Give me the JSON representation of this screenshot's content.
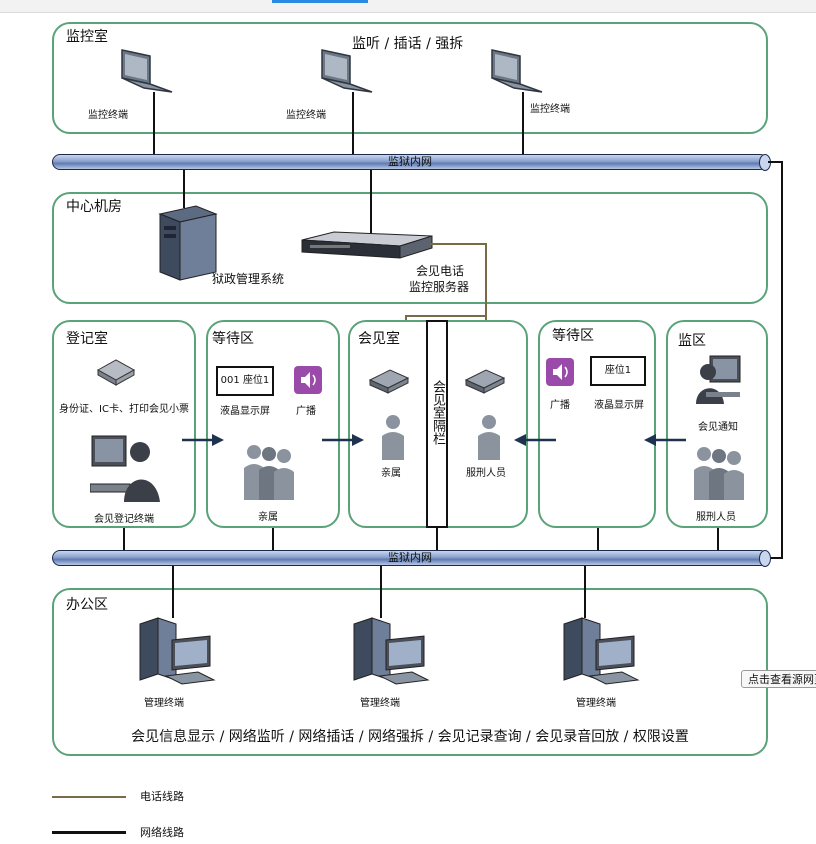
{
  "zones": {
    "monitor_room": "监控室",
    "monitor_subtitle": "监听 / 插话 / 强拆",
    "center_room": "中心机房",
    "register_room": "登记室",
    "waiting_left": "等待区",
    "meeting_room": "会见室",
    "waiting_right": "等待区",
    "prison_area": "监区",
    "office_area": "办公区"
  },
  "bus": {
    "top_label": "监狱内网",
    "bottom_label": "监狱内网"
  },
  "monitor_terminals": [
    "监控终端",
    "监控终端",
    "监控终端"
  ],
  "center": {
    "prison_system": "狱政管理系统",
    "phone_server_line1": "会见电话",
    "phone_server_line2": "监控服务器"
  },
  "register": {
    "card_reader": "身份证、IC卡、打印会见小票",
    "terminal": "会见登记终端"
  },
  "waiting_left": {
    "screen_text": "001 座位1",
    "screen_label": "液晶显示屏",
    "speaker_label": "广播",
    "people_label": "亲属"
  },
  "meeting": {
    "relatives": "亲属",
    "inmate": "服刑人员",
    "partition": "会见室隔栏"
  },
  "waiting_right": {
    "speaker_label": "广播",
    "screen_text": "座位1",
    "screen_label": "液晶显示屏"
  },
  "prison_area": {
    "notice": "会见通知",
    "inmates": "服刑人员"
  },
  "office": {
    "terminals": [
      "管理终端",
      "管理终端",
      "管理终端"
    ],
    "functions": "会见信息显示 / 网络监听 / 网络插话 / 网络强拆 / 会见记录查询 / 会见录音回放 / 权限设置"
  },
  "source_button": "点击查看源网页",
  "legend": {
    "phone_line": "电话线路",
    "network_line": "网络线路"
  },
  "colors": {
    "zone_border": "#5aa37a",
    "phone_line": "#7a6a45",
    "network_line": "#111111",
    "bus_fill": "#8aa2cf"
  }
}
